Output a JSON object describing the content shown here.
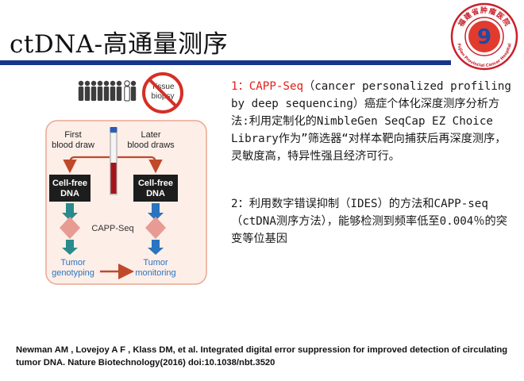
{
  "slide": {
    "title": "ctDNA-高通量测序",
    "logo": {
      "cn_text": "福建省肿瘤医院",
      "en_text": "Fujian Provincial Cancer Hospital",
      "center_glyph": "9"
    },
    "figure": {
      "tissue_biopsy_label": "Tissue biopsy",
      "first_draw_label": "First blood draw",
      "later_draw_label": "Later blood draws",
      "cellfree_left": "Cell-free DNA",
      "cellfree_right": "Cell-free DNA",
      "method_label": "CAPP-Seq",
      "tumor_genotyping": "Tumor genotyping",
      "tumor_monitoring": "Tumor monitoring",
      "colors": {
        "cellfree_box": "#1d1d1d",
        "arrow_teal": "#2a8a8c",
        "arrow_blue": "#2a74c0",
        "diamond": "#e79b93",
        "flow_arrow": "#c0492b",
        "panel_bg": "#fdeee8",
        "panel_border": "#e9a78f"
      }
    },
    "point1": {
      "prefix": "1：CAPP-Seq",
      "body": "（cancer personalized profiling by deep sequencing）癌症个体化深度测序分析方法:利用定制化的NimbleGen SeqCap EZ Choice Library作为”筛选器“对样本靶向捕获后再深度测序，灵敏度高，特异性强且经济可行。"
    },
    "point2": {
      "text": "2：利用数字错误抑制（IDES）的方法和CAPP-seq（ctDNA测序方法），能够检测到频率低至0.004％的突变等位基因"
    },
    "citation": "Newman AM , Lovejoy A F , Klass DM, et al. Integrated digital error suppression for improved detection of circulating tumor DNA. Nature Biotechnology(2016) doi:10.1038/nbt.3520",
    "colors": {
      "title_bar": "#15358c",
      "accent_red": "#e0221b"
    }
  }
}
